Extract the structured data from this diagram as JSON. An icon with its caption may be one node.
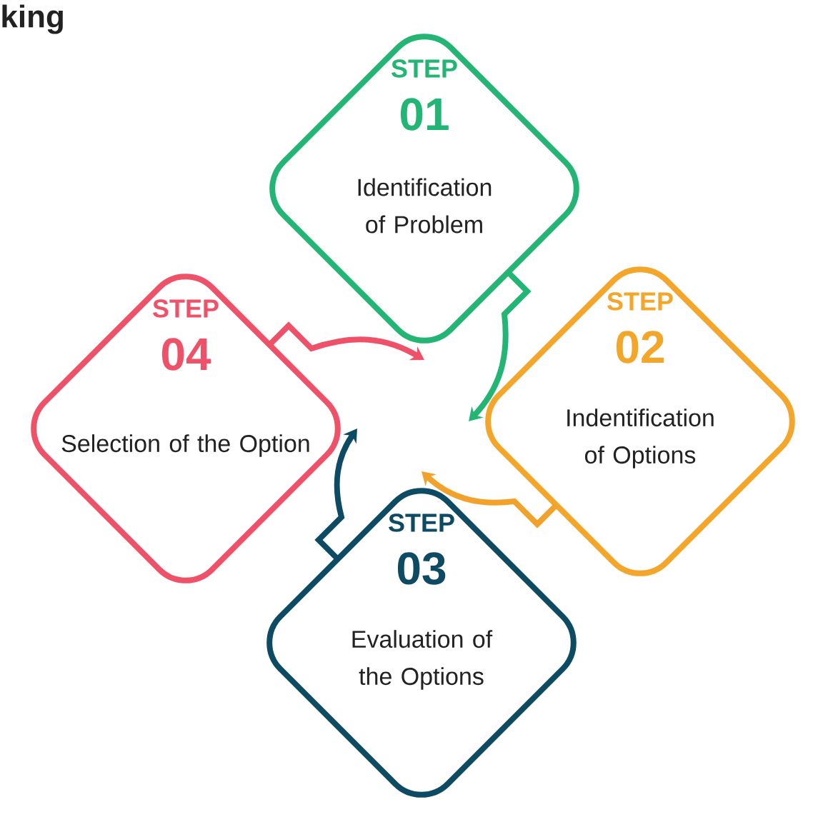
{
  "diagram": {
    "title": "king",
    "nodes": [
      {
        "text": [
          "STEP",
          "01",
          "Identification of Problem"
        ]
      },
      {
        "text": [
          "STEP",
          "02",
          "Indentification of Options"
        ]
      },
      {
        "text": [
          "STEP",
          "03",
          "Evaluation of the Options"
        ]
      },
      {
        "text": [
          "STEP",
          "04",
          "Selection of the Option"
        ]
      }
    ],
    "edges": [
      {
        "from": 0,
        "to": 1,
        "arrow": "to",
        "color": "#22b573"
      },
      {
        "from": 1,
        "to": 2,
        "arrow": "to",
        "color": "#f2a12b"
      },
      {
        "from": 2,
        "to": 3,
        "arrow": "to",
        "color": "#0d4a63"
      },
      {
        "from": 3,
        "to": 0,
        "arrow": "to",
        "color": "#ef5169"
      }
    ]
  }
}
